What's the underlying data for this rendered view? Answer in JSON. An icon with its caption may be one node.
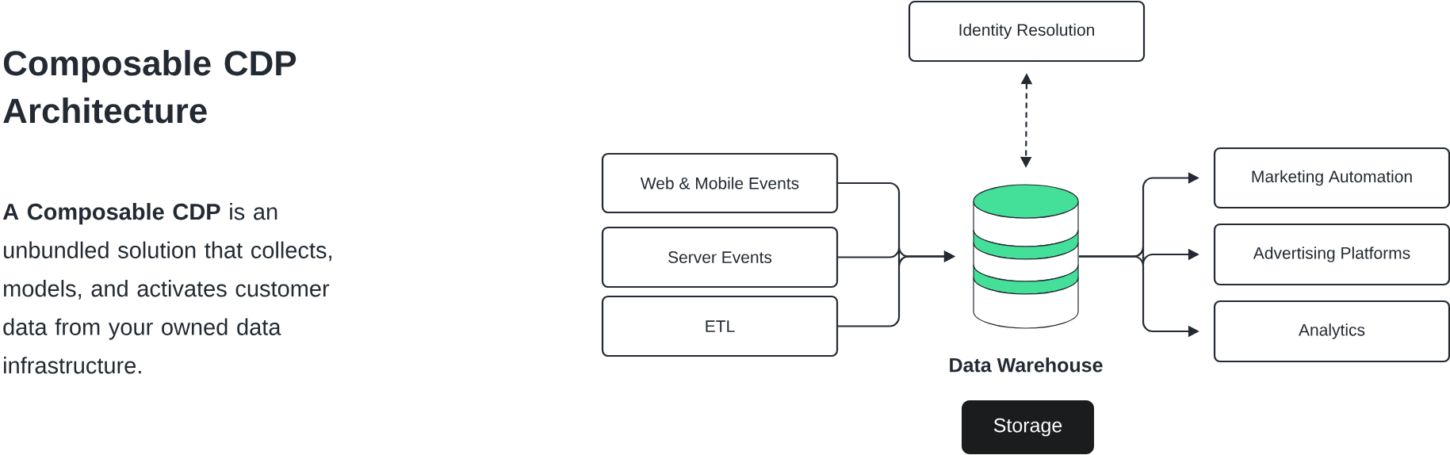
{
  "diagram": {
    "title": "Composable CDP Architecture",
    "nodes": [
      {
        "text": [
          "Identity Resolution"
        ]
      },
      {
        "text": [
          "Web & Mobile Events"
        ]
      },
      {
        "text": [
          "Server Events"
        ]
      },
      {
        "text": [
          "ETL"
        ]
      },
      {
        "text": [
          "Data Warehouse"
        ]
      },
      {
        "text": [
          "Storage"
        ]
      },
      {
        "text": [
          "Marketing Automation"
        ]
      },
      {
        "text": [
          "Advertising Platforms"
        ]
      },
      {
        "text": [
          "Analytics"
        ]
      }
    ],
    "edges": [
      {
        "from": 1,
        "to": 4,
        "arrow": "to"
      },
      {
        "from": 2,
        "to": 4,
        "arrow": "to"
      },
      {
        "from": 3,
        "to": 4,
        "arrow": "to"
      },
      {
        "from": 0,
        "to": 4,
        "arrow": "both",
        "style": "dashed"
      },
      {
        "from": 4,
        "to": 6,
        "arrow": "to"
      },
      {
        "from": 4,
        "to": 7,
        "arrow": "to"
      },
      {
        "from": 4,
        "to": 8,
        "arrow": "to"
      }
    ],
    "labels": [
      "**A Composable CDP** is an unbundled solution that collects, models, and activates customer data from your owned data infrastructure."
    ]
  }
}
